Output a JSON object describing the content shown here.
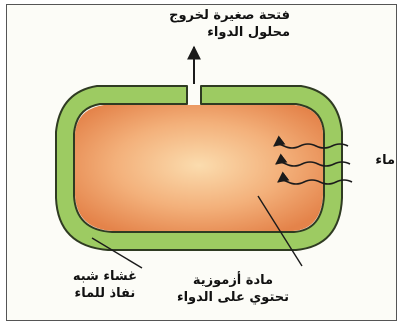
{
  "labels": {
    "outlet_line1": "فتحة صغيرة لخروج",
    "outlet_line2": "محلول الدواء",
    "water": "ماء",
    "membrane_line1": "غشاء شبه",
    "membrane_line2": "نفاذ للماء",
    "osmotic_line1": "مادة أزموزية",
    "osmotic_line2": "تحتوي على الدواء"
  },
  "colors": {
    "membrane": "#9dcb62",
    "membrane_stroke": "#2f3b22",
    "core_center": "#fbdcae",
    "core_mid": "#f3a66c",
    "core_edge": "#e4834a",
    "ink": "#1b1b1b"
  }
}
